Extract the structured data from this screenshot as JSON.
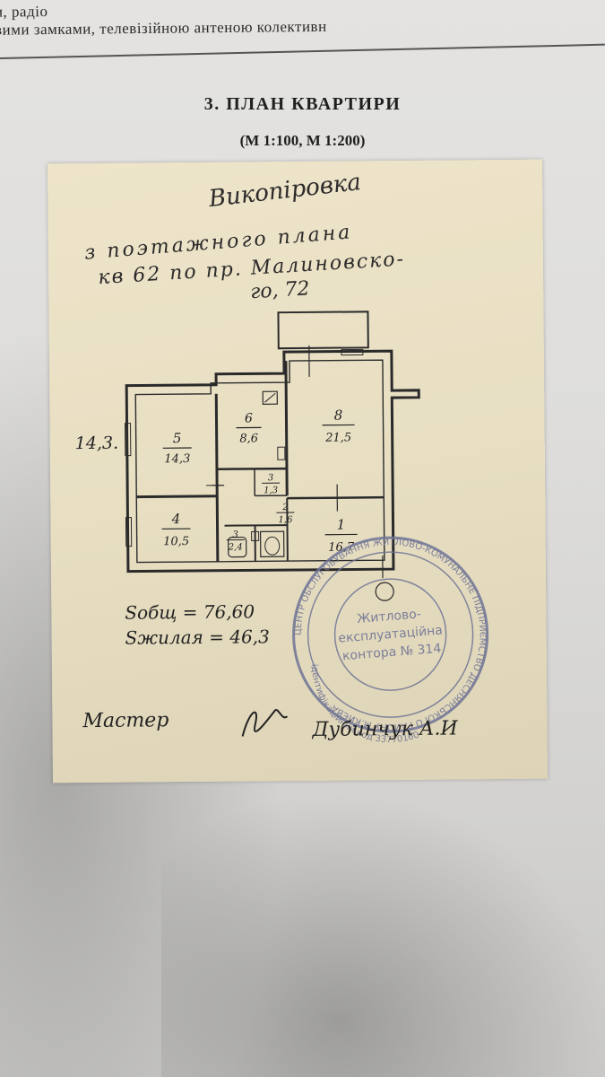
{
  "top_text": {
    "line1": "и, радіо",
    "line2": "вими замками, телевізійною антеною колективн"
  },
  "section": {
    "title": "3. ПЛАН КВАРТИРИ",
    "scale": "(М 1:100, М 1:200)"
  },
  "handwriting": {
    "line1": "Викопіровка",
    "line2": "з поэтажного плана",
    "line3": "кв 62  по  пр. Малиновско-",
    "line4": "го,  72"
  },
  "rooms": [
    {
      "number": "5",
      "area": "14,3"
    },
    {
      "number": "6",
      "area": "8,6"
    },
    {
      "number": "8",
      "area": "21,5"
    },
    {
      "number": "4",
      "area": "10,5"
    },
    {
      "number": "1",
      "area": "16,7"
    },
    {
      "number": "3",
      "area": "1,3"
    },
    {
      "number": "2",
      "area": "1,6"
    },
    {
      "number": "3",
      "area": "2,4"
    }
  ],
  "side_note": "14,3.",
  "areas": {
    "total": "Sобщ = 76,60",
    "living": "Sжилая = 46,3"
  },
  "signature": {
    "role": "Мастер",
    "name": "Дубинчук А.И"
  },
  "stamp": {
    "center_line1": "Житлово-",
    "center_line2": "експлуатаційна",
    "center_line3": "контора № 314",
    "ring_text": "ЦЕНТР ОБСЛУГОВУВАННЯ ЖИТЛОВО-КОМУНАЛЬНЕ ПІДПРИЄМСТВО ДЕСНЯНСЬКОГО РАЙОНУ М.КИЄВА",
    "code": "ідентифікаційний код 33770160",
    "colors": {
      "ink": "#6f7496"
    }
  }
}
